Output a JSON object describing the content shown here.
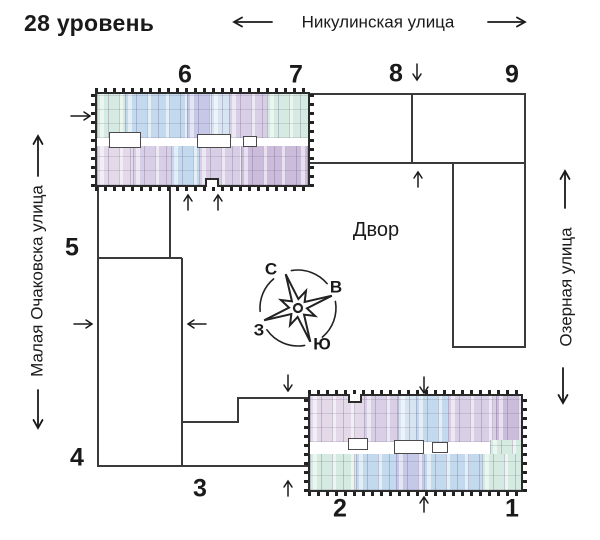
{
  "title": "28 уровень",
  "streets": {
    "top": "Никулинская улица",
    "left": "Малая Очаковска улица",
    "right": "Озерная улица"
  },
  "courtyard_label": "Двор",
  "compass": {
    "north": "С",
    "east": "В",
    "south": "Ю",
    "west": "З"
  },
  "sections": {
    "n1": "1",
    "n2": "2",
    "n3": "3",
    "n4": "4",
    "n5": "5",
    "n6": "6",
    "n7": "7",
    "n8": "8",
    "n9": "9"
  },
  "legend_colors": {
    "teal": "#d5eae1",
    "blue": "#c2d9ee",
    "blue_light": "#d7e5f2",
    "periwinkle": "#c6c8e8",
    "lavender": "#d8cfe6",
    "purple": "#ccbcdb",
    "pink_lavender": "#e3d9e9",
    "outline": "#2b2b2b"
  }
}
